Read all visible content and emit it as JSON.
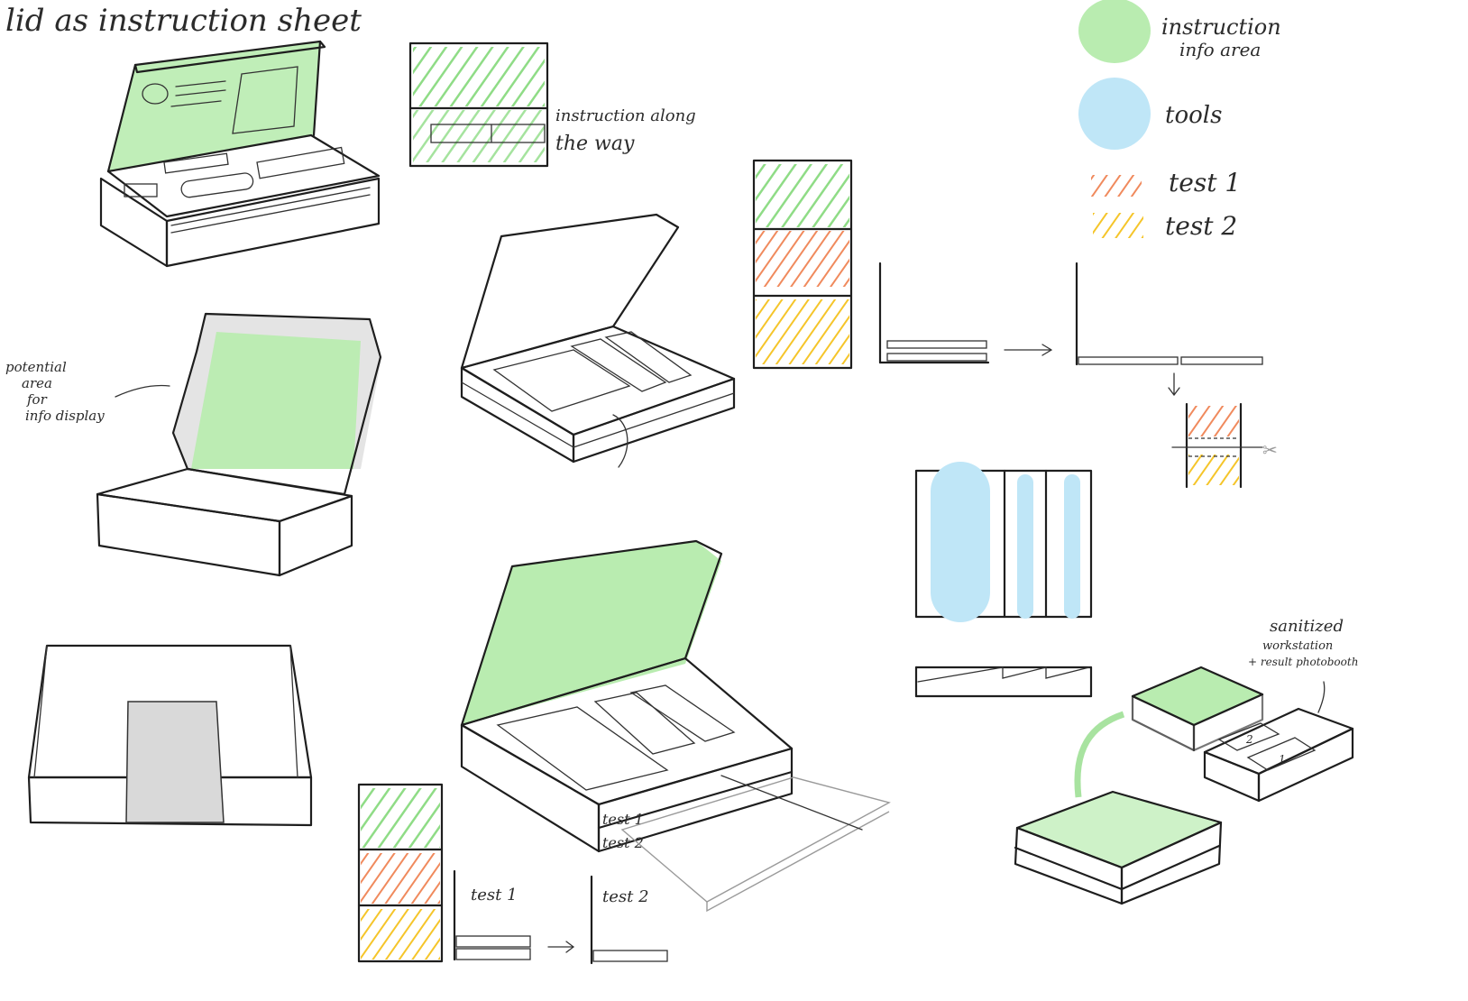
{
  "title": "lid as instruction sheet",
  "colors": {
    "instruction": "#b9ecb0",
    "tools": "#bfe6f7",
    "test1": "#f08a5d",
    "test2": "#f5c52a",
    "shade": "#d9d9d9"
  },
  "legend": [
    {
      "name": "legend-instruction",
      "label_line1": "instruction",
      "label_line2": "info area",
      "color_key": "instruction"
    },
    {
      "name": "legend-tools",
      "label_line1": "tools",
      "label_line2": "",
      "color_key": "tools"
    },
    {
      "name": "legend-test1",
      "label_line1": "test 1",
      "label_line2": "",
      "color_key": "test1"
    },
    {
      "name": "legend-test2",
      "label_line1": "test 2",
      "label_line2": "",
      "color_key": "test2"
    }
  ],
  "notes": {
    "instruction_along_1": "instruction along",
    "instruction_along_2": "the way",
    "potential_1": "potential",
    "potential_2": "area",
    "potential_3": "for",
    "potential_4": "info display",
    "sanitized_1": "sanitized",
    "sanitized_2": "workstation",
    "sanitized_3": "+ result photobooth",
    "box_test1": "test 1",
    "box_test2": "test 2",
    "fold_test1": "test 1",
    "fold_test2": "test 2",
    "num1": "1",
    "num2": "2"
  }
}
